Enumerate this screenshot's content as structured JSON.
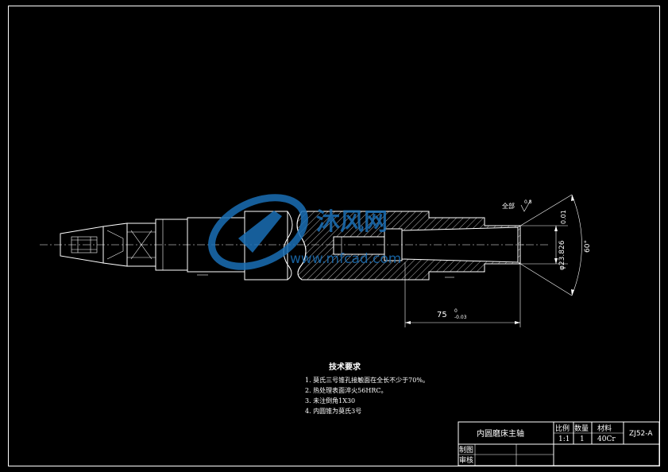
{
  "drawing": {
    "watermark": {
      "brand_text": "沐风网",
      "url_text": "www.mfcad.com",
      "color": "#1a6fb5"
    },
    "dimensions": {
      "length": "75",
      "length_tol_upper": "0",
      "length_tol_lower": "-0.03",
      "diameter": "φ23.826",
      "runout": "0.01",
      "angle": "60°",
      "surface_note": "全部",
      "roughness": "0.8"
    },
    "tech_requirements": {
      "title": "技术要求",
      "items": [
        "1. 莫氏三号锥孔接触面在全长不少于70%。",
        "2. 热处理表面淬火56HRC。",
        "3. 未注倒角1X30",
        "4. 内圆锥为莫氏3号"
      ]
    },
    "title_block": {
      "part_name": "内圆磨床主轴",
      "col_scale": "比例",
      "col_qty": "数量",
      "col_material": "材料",
      "scale_value": "1:1",
      "qty_value": "1",
      "material_value": "40Cr",
      "drawing_no": "ZJ52-A",
      "drawn_by": "制图",
      "checked_by": "审核"
    }
  }
}
